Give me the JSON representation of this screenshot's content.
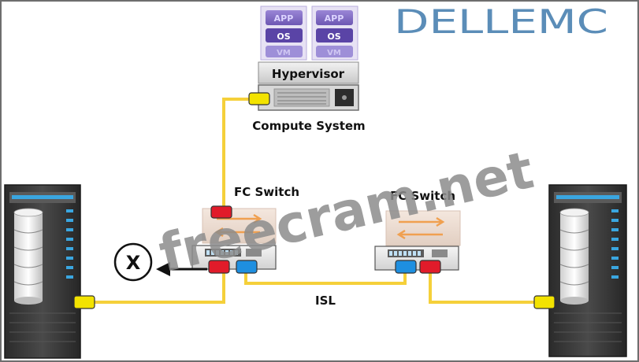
{
  "logo": {
    "text": "DELLEMC",
    "color": "#5b8db8"
  },
  "watermark": {
    "text": "freecram.net",
    "color": "#8c8c8c"
  },
  "vms": [
    {
      "app": "APP",
      "os": "OS",
      "vm": "VM"
    },
    {
      "app": "APP",
      "os": "OS",
      "vm": "VM"
    }
  ],
  "hypervisor_label": "Hypervisor",
  "compute_label": "Compute System",
  "fc_switch_left_label": "FC Switch",
  "fc_switch_right_label": "FC Switch",
  "isl_label": "ISL",
  "failure_marker": "X",
  "colors": {
    "cable": "#f5d03a",
    "port_yellow": "#f3e300",
    "port_red": "#e11b2a",
    "port_blue": "#1e8fe0",
    "vm_purple": "#8e79c9",
    "border": "#6e6e6e"
  }
}
